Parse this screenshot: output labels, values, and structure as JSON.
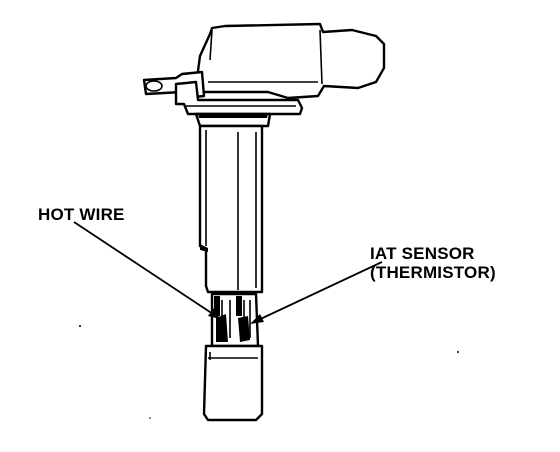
{
  "diagram": {
    "callouts": {
      "hot_wire": "HOT WIRE",
      "iat_line1": "IAT SENSOR",
      "iat_line2": "(THERMISTOR)"
    },
    "ink_color": "#000000",
    "background_color": "#ffffff"
  }
}
